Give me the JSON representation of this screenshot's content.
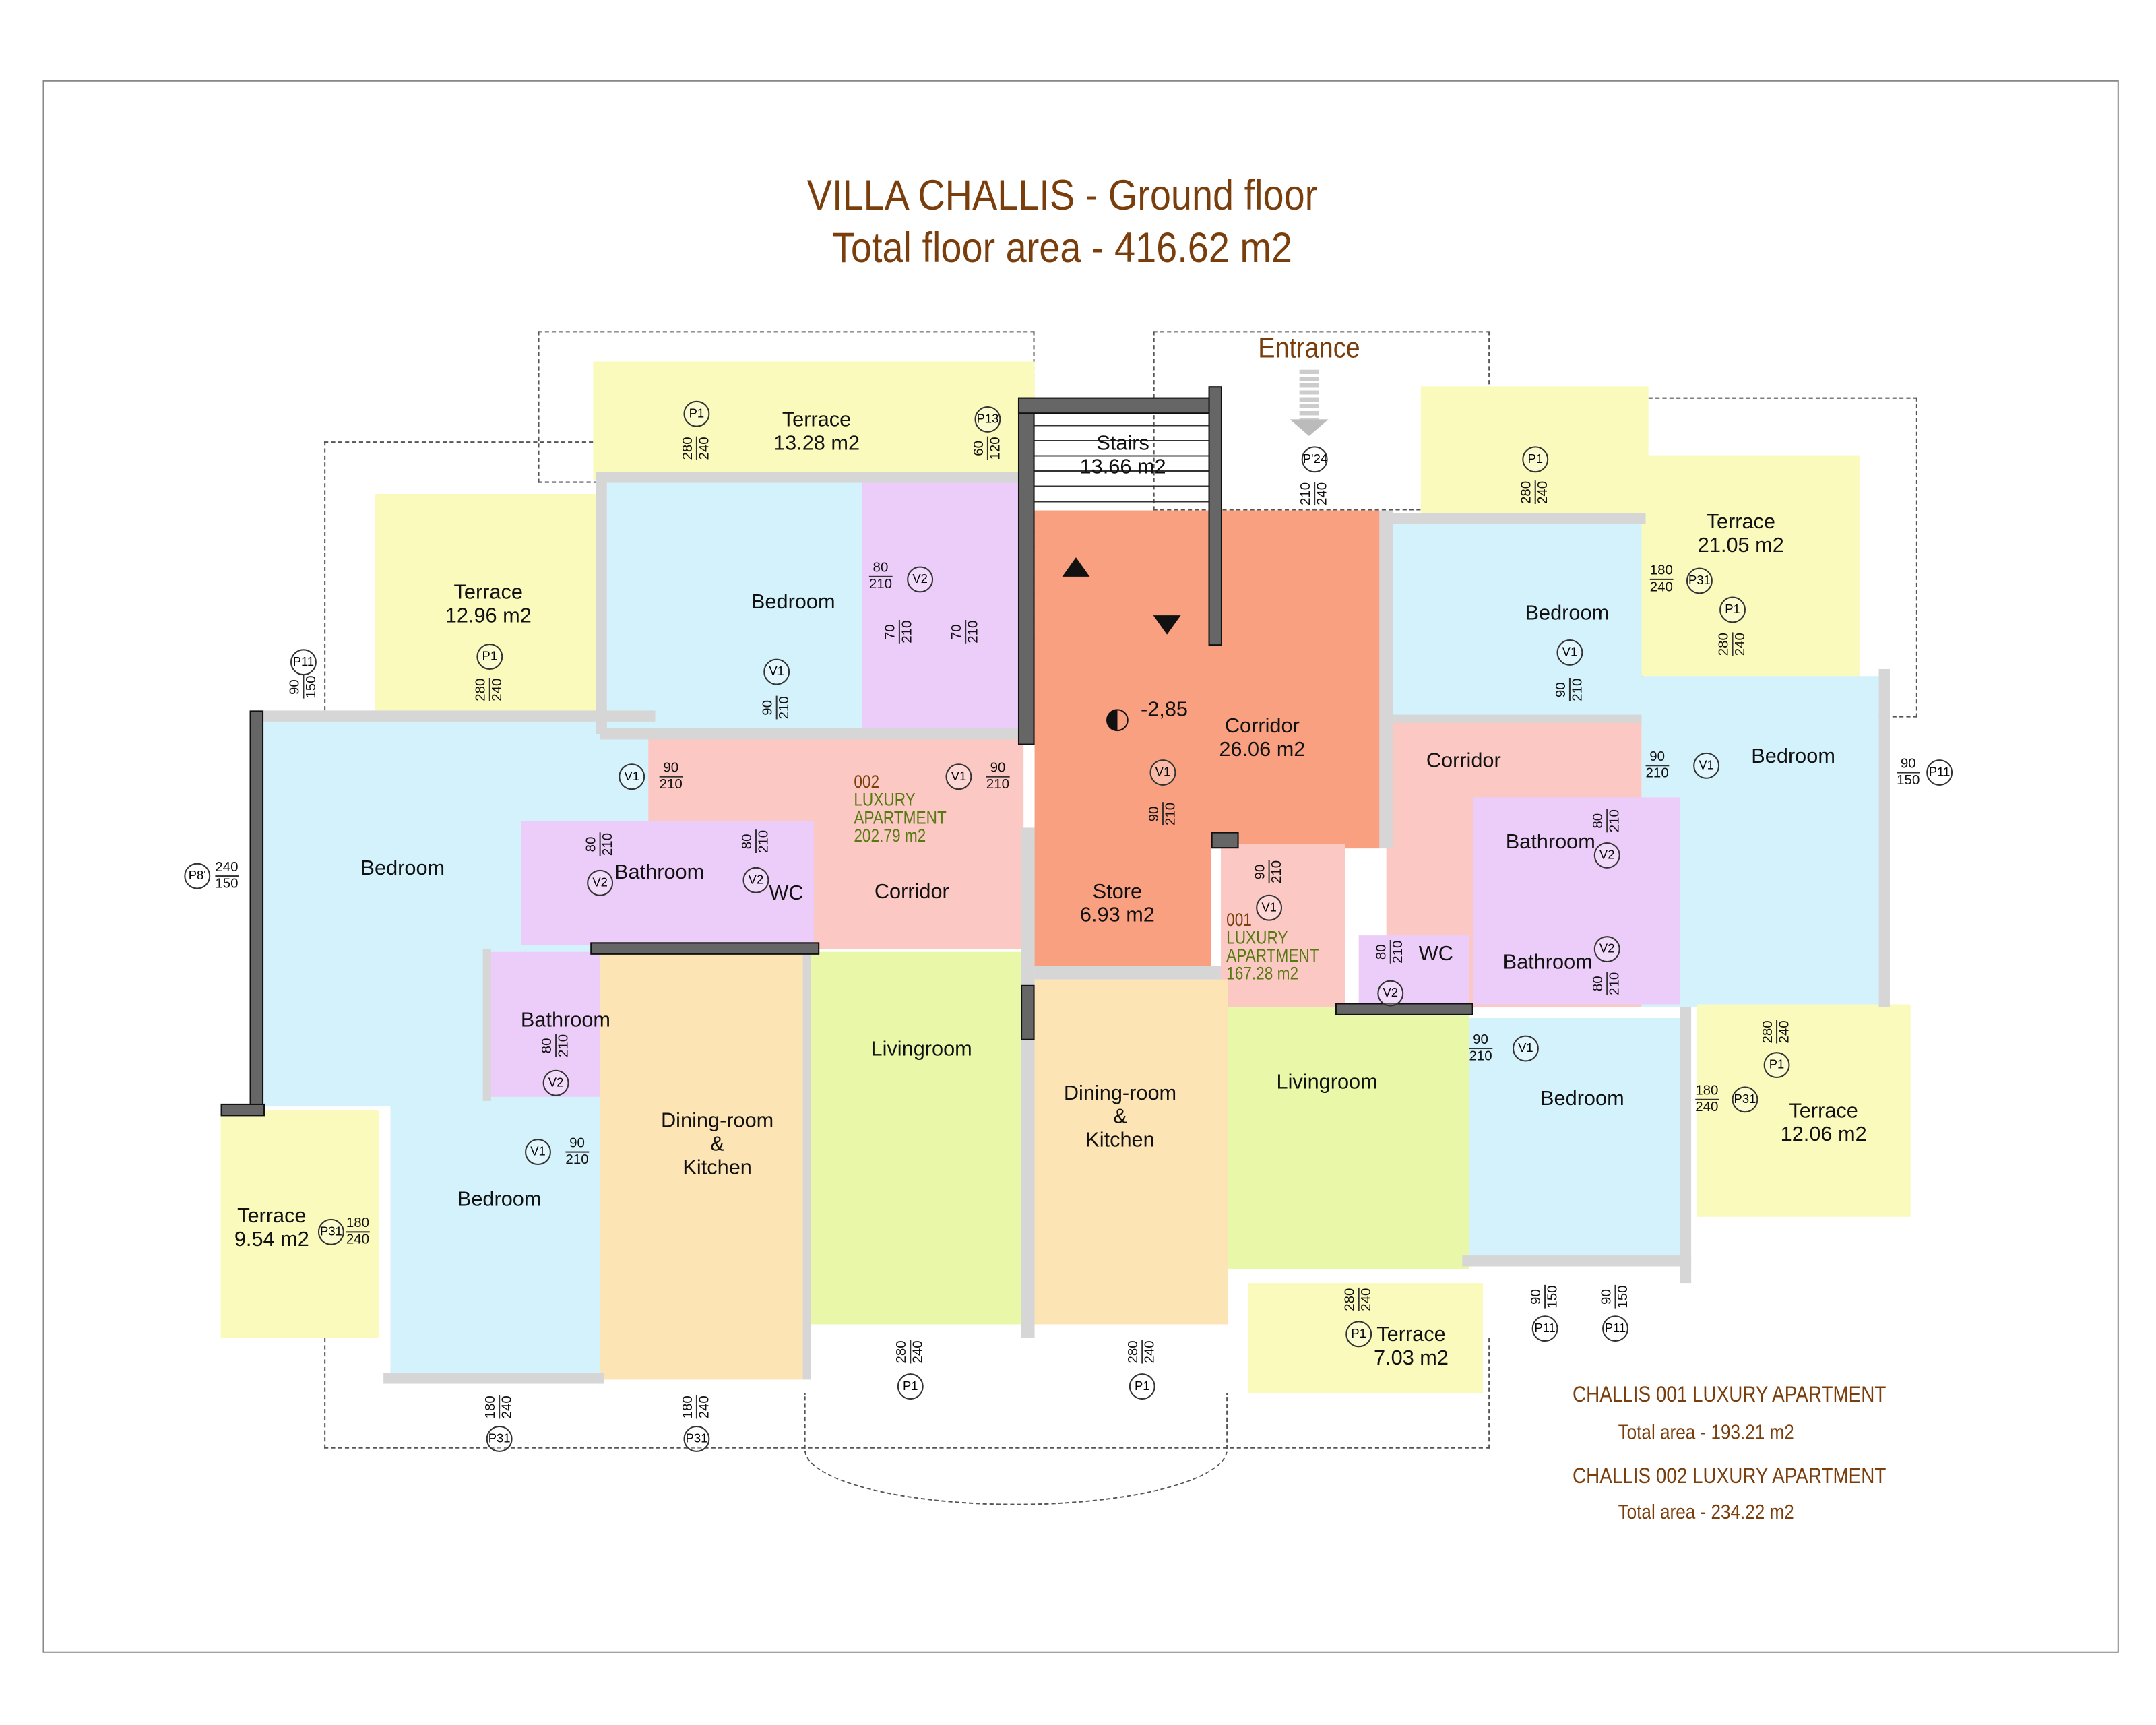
{
  "title": "VILLA CHALLIS - Ground floor",
  "subtitle": "Total floor area - 416.62 m2",
  "entrance": "Entrance",
  "level_mark": "-2,85",
  "rooms": {
    "terrace_top": {
      "name": "Terrace",
      "area": "13.28 m2"
    },
    "terrace_left": {
      "name": "Terrace",
      "area": "12.96 m2"
    },
    "bedroom_top": {
      "name": "Bedroom"
    },
    "stairs": {
      "name": "Stairs",
      "area": "13.66 m2"
    },
    "corridor_main": {
      "name": "Corridor",
      "area": "26.06 m2"
    },
    "store": {
      "name": "Store",
      "area": "6.93 m2"
    },
    "terrace_right_top": {
      "name": "Terrace",
      "area": "21.05 m2"
    },
    "bedroom_right_top": {
      "name": "Bedroom"
    },
    "bedroom_far_right": {
      "name": "Bedroom"
    },
    "corridor_right": {
      "name": "Corridor"
    },
    "bathroom_right_1": {
      "name": "Bathroom"
    },
    "bathroom_right_2": {
      "name": "Bathroom"
    },
    "wc_right": {
      "name": "WC"
    },
    "bedroom_left": {
      "name": "Bedroom"
    },
    "bathroom_left": {
      "name": "Bathroom"
    },
    "wc_left": {
      "name": "WC"
    },
    "corridor_left": {
      "name": "Corridor"
    },
    "bathroom_left_lower": {
      "name": "Bathroom"
    },
    "dining_left": {
      "name": "Dining-room\n&\nKitchen"
    },
    "living_left": {
      "name": "Livingroom"
    },
    "dining_mid": {
      "name": "Dining-room\n&\nKitchen"
    },
    "living_right": {
      "name": "Livingroom"
    },
    "bedroom_right_lower": {
      "name": "Bedroom"
    },
    "terrace_right_lower": {
      "name": "Terrace",
      "area": "12.06 m2"
    },
    "bedroom_left_lower": {
      "name": "Bedroom"
    },
    "terrace_left_lower": {
      "name": "Terrace",
      "area": "9.54 m2"
    },
    "terrace_bottom": {
      "name": "Terrace",
      "area": "7.03 m2"
    }
  },
  "apartments": [
    {
      "code": "002",
      "line1": "LUXURY",
      "line2": "APARTMENT",
      "area": "202.79 m2"
    },
    {
      "code": "001",
      "line1": "LUXURY",
      "line2": "APARTMENT",
      "area": "167.28 m2"
    }
  ],
  "legend": [
    {
      "name": "CHALLIS 001 LUXURY APARTMENT",
      "total": "Total area - 193.21 m2"
    },
    {
      "name": "CHALLIS 002 LUXURY APARTMENT",
      "total": "Total area - 234.22 m2"
    }
  ],
  "openings": [
    {
      "code": "P1",
      "w": "280",
      "h": "240"
    },
    {
      "code": "P13",
      "w": "60",
      "h": "120"
    },
    {
      "code": "P1",
      "w": "280",
      "h": "240"
    },
    {
      "code": "P11",
      "w": "90",
      "h": "150"
    },
    {
      "code": "P'24",
      "w": "210",
      "h": "240"
    },
    {
      "code": "P1",
      "w": "280",
      "h": "240"
    },
    {
      "code": "P31",
      "w": "180",
      "h": "240"
    },
    {
      "code": "P1",
      "w": "280",
      "h": "240"
    },
    {
      "code": "P11",
      "w": "90",
      "h": "150"
    },
    {
      "code": "P8'",
      "w": "240",
      "h": "150"
    },
    {
      "code": "P1",
      "w": "280",
      "h": "240"
    },
    {
      "code": "P31",
      "w": "180",
      "h": "240"
    },
    {
      "code": "P31",
      "w": "180",
      "h": "240"
    },
    {
      "code": "P31",
      "w": "180",
      "h": "240"
    },
    {
      "code": "P31",
      "w": "180",
      "h": "240"
    },
    {
      "code": "P1",
      "w": "280",
      "h": "240"
    },
    {
      "code": "P1",
      "w": "280",
      "h": "240"
    },
    {
      "code": "P1",
      "w": "280",
      "h": "240"
    },
    {
      "code": "P11",
      "w": "90",
      "h": "150"
    },
    {
      "code": "P11",
      "w": "90",
      "h": "150"
    },
    {
      "code": "V1",
      "w": "90",
      "h": "210"
    },
    {
      "code": "V1",
      "w": "90",
      "h": "210"
    },
    {
      "code": "V1",
      "w": "90",
      "h": "210"
    },
    {
      "code": "V1",
      "w": "90",
      "h": "210"
    },
    {
      "code": "V1",
      "w": "90",
      "h": "210"
    },
    {
      "code": "V1",
      "w": "90",
      "h": "210"
    },
    {
      "code": "V1",
      "w": "90",
      "h": "210"
    },
    {
      "code": "V1",
      "w": "90",
      "h": "210"
    },
    {
      "code": "V1",
      "w": "90",
      "h": "210"
    },
    {
      "code": "V2",
      "w": "80",
      "h": "210"
    },
    {
      "code": "V2",
      "w": "80",
      "h": "210"
    },
    {
      "code": "V2",
      "w": "80",
      "h": "210"
    },
    {
      "code": "V2",
      "w": "80",
      "h": "210"
    },
    {
      "code": "V2",
      "w": "80",
      "h": "210"
    },
    {
      "code": "V2",
      "w": "80",
      "h": "210"
    },
    {
      "code": "V2",
      "w": "80",
      "h": "210"
    },
    {
      "code": "",
      "w": "70",
      "h": "210"
    },
    {
      "code": "",
      "w": "70",
      "h": "210"
    }
  ]
}
